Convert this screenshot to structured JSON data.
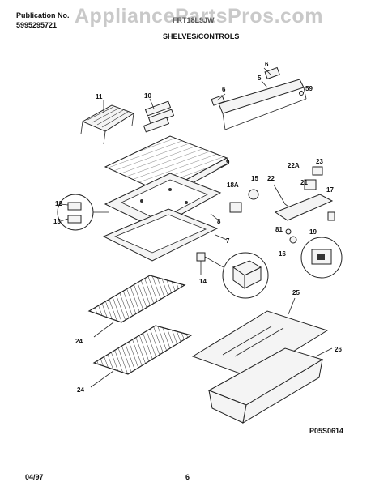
{
  "header": {
    "publication_label": "Publication No.",
    "publication_number": "5995295721",
    "model": "FRT18L9JW",
    "section_title": "SHELVES/CONTROLS",
    "watermark": "AppliancePartsPros.com"
  },
  "footer": {
    "date": "04/97",
    "page": "6",
    "figure_code": "P05S0614"
  },
  "parts": {
    "p6a": "6",
    "p5": "5",
    "p59": "59",
    "p6b": "6",
    "p11": "11",
    "p10": "10",
    "p9": "9",
    "p22a": "22A",
    "p23": "23",
    "p22": "22",
    "p21": "21",
    "p18a": "18A",
    "p15": "15",
    "p17": "17",
    "p12": "12",
    "p13": "13",
    "p8": "8",
    "p7": "7",
    "p81": "81",
    "p19": "19",
    "p16": "16",
    "p14": "14",
    "p25": "25",
    "p24a": "24",
    "p24b": "24",
    "p26": "26"
  }
}
